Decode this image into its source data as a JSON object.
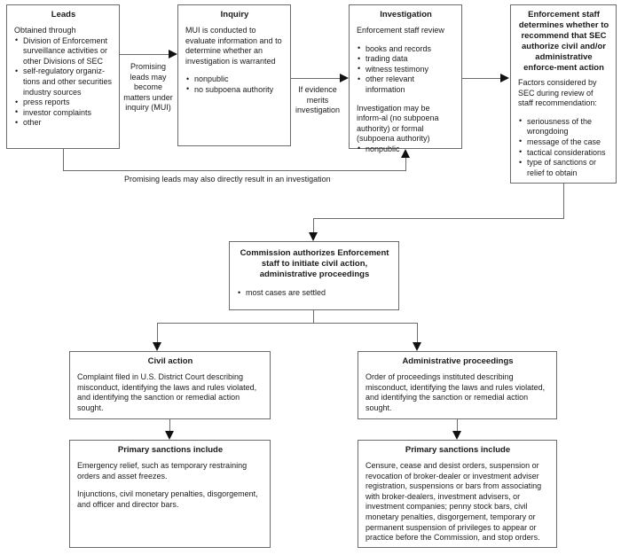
{
  "diagram": {
    "title": "SEC Enforcement Process Flowchart",
    "line_color": "#6b6b6b",
    "arrow_color": "#111111",
    "text_color": "#1a1a1a",
    "background": "#ffffff"
  },
  "nodes": {
    "leads": {
      "title": "Leads",
      "intro": "Obtained through",
      "bullets": [
        "Division of Enforcement surveillance activities or other Divisions of SEC",
        "self-regulatory organiz-tions and other securities industry sources",
        "press reports",
        "investor complaints",
        "other"
      ]
    },
    "inquiry": {
      "title": "Inquiry",
      "intro": "MUI is conducted to evaluate information and to determine whether an investigation is warranted",
      "bullets": [
        "nonpublic",
        "no subpoena authority"
      ]
    },
    "investigation": {
      "title": "Investigation",
      "intro": "Enforcement staff review",
      "bullets": [
        "books and records",
        "trading data",
        "witness testimony",
        "other relevant information"
      ],
      "note": "Investigation may be inform-al (no subpoena authority) or formal (subpoena authority)",
      "note_bullets": [
        "nonpublic"
      ]
    },
    "enforcement_staff": {
      "title": "Enforcement staff determines whether to recommend that SEC authorize civil and/or administrative enforce-ment action",
      "intro": "Factors considered by SEC during review of staff recommendation:",
      "bullets": [
        "seriousness of the wrongdoing",
        "message of the case",
        "tactical considerations",
        "type of sanctions or relief to obtain"
      ]
    },
    "commission": {
      "title": "Commission authorizes Enforcement staff to initiate civil action, administrative proceedings",
      "bullets": [
        "most cases are settled"
      ]
    },
    "civil_action": {
      "title": "Civil action",
      "body": "Complaint filed in U.S. District Court describing misconduct, identifying the laws and rules violated, and identifying the sanction or remedial action sought."
    },
    "administrative_proceedings": {
      "title": "Administrative proceedings",
      "body": "Order of proceedings instituted describing misconduct, identifying the laws and rules violated, and identifying the sanction or remedial action sought."
    },
    "civil_sanctions": {
      "title": "Primary sanctions include",
      "body1": "Emergency relief, such as temporary restraining orders and asset freezes.",
      "body2": "Injunctions, civil monetary penalties, disgorgement, and officer and director bars."
    },
    "admin_sanctions": {
      "title": "Primary sanctions include",
      "body1": "Censure, cease and desist orders, suspension or revocation of broker-dealer or investment adviser registration, suspensions or bars from associating with broker-dealers, investment advisers, or investment companies; penny stock bars, civil monetary penalties, disgorgement, temporary or permanent suspension of privileges to appear or practice before the Commission, and stop orders."
    }
  },
  "edges": {
    "leads_to_inquiry": "Promising leads may become matters under inquiry (MUI)",
    "inquiry_to_investigation": "If evidence merits investigation",
    "leads_to_investigation": "Promising leads may also directly result in an investigation"
  }
}
